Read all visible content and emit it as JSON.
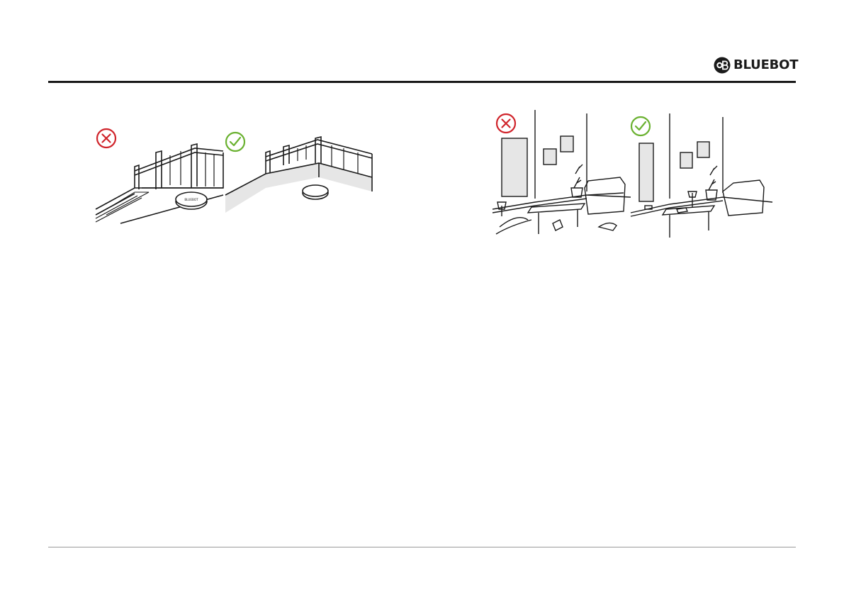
{
  "brand": {
    "name": "BLUEBOT",
    "logo_icon": "bluebot-logo-icon"
  },
  "colors": {
    "wrong": "#d0242b",
    "right": "#6ab130",
    "ink": "#1a1a1a",
    "shade": "#e6e6e6"
  },
  "icons": {
    "wrong": "cross-circle-icon",
    "right": "check-circle-icon"
  },
  "illustrations": {
    "stairs": {
      "wrong_panel": "stairs-without-threshold",
      "right_panel": "stairs-with-threshold",
      "robot_label": "BLUEBOT"
    },
    "rooms": {
      "wrong_panel": "room-with-clutter",
      "right_panel": "room-tidied"
    }
  }
}
